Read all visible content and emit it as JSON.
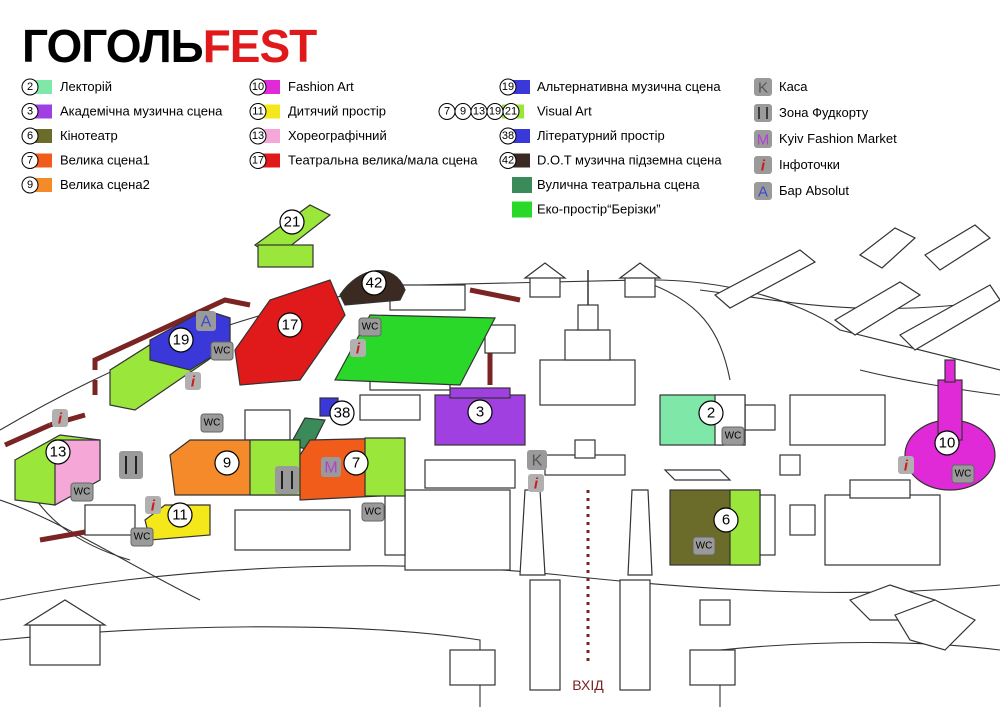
{
  "title": {
    "part1": "ГОГОЛЬ",
    "part2": "FEST"
  },
  "legend_col1": [
    {
      "id": "2",
      "label": "Лекторій",
      "color": "#7fe8a8"
    },
    {
      "id": "3",
      "label": "Академічна музична сцена",
      "color": "#a040e0"
    },
    {
      "id": "6",
      "label": "Кінотеатр",
      "color": "#6b6b2a"
    },
    {
      "id": "7",
      "label": "Велика сцена1",
      "color": "#f25c1a"
    },
    {
      "id": "9",
      "label": "Велика сцена2",
      "color": "#f58a2a"
    }
  ],
  "legend_col2": [
    {
      "id": "10",
      "label": "Fashion Art",
      "color": "#e02ad8"
    },
    {
      "id": "11",
      "label": "Дитячий простір",
      "color": "#f5e81a"
    },
    {
      "id": "13",
      "label": "Хореографічний",
      "color": "#f5a8d8"
    },
    {
      "id": "17",
      "label": "Театральна велика/мала сцена",
      "color": "#e01a1a"
    }
  ],
  "legend_col3": [
    {
      "id": "19",
      "label": "Альтернативна музична сцена",
      "color": "#3a38d8"
    },
    {
      "id": "visual",
      "ids": [
        "7",
        "9",
        "13",
        "19",
        "21"
      ],
      "label": "Visual Art",
      "color": "#9ae63a"
    },
    {
      "id": "38",
      "label": "Літературний простір",
      "color": "#3a38d8"
    },
    {
      "id": "42",
      "label": "D.O.T музична підземна сцена",
      "color": "#3a2a22"
    },
    {
      "id": "street",
      "label": "Вулична театральна сцена",
      "color": "#3a8a5a"
    },
    {
      "id": "eco",
      "label": "Еко-простір“Берізки”",
      "color": "#2ad82a"
    }
  ],
  "legend_col4": [
    {
      "symbol": "K",
      "label": "Каса",
      "kind": "letter",
      "color": "#555555"
    },
    {
      "symbol": "fork-knife-icon",
      "label": "Зона Фудкорту",
      "kind": "icon",
      "color": "#555555"
    },
    {
      "symbol": "M",
      "label": "Kyiv Fashion Market",
      "kind": "letter",
      "color": "#b040d0"
    },
    {
      "symbol": "i",
      "label": "Інфоточки",
      "kind": "info",
      "color": "#d01a1a"
    },
    {
      "symbol": "A",
      "label": "Бар Absolut",
      "kind": "letter",
      "color": "#3a4ad0"
    }
  ],
  "map_labels": {
    "b21": "21",
    "b42": "42",
    "b17": "17",
    "b19": "19",
    "b38": "38",
    "b3": "3",
    "b2": "2",
    "b10": "10",
    "b13": "13",
    "b9": "9",
    "b7": "7",
    "b11": "11",
    "b6": "6",
    "wc": "WC",
    "entrance": "ВХІД",
    "A": "A",
    "M": "M",
    "K": "K",
    "i": "i"
  }
}
